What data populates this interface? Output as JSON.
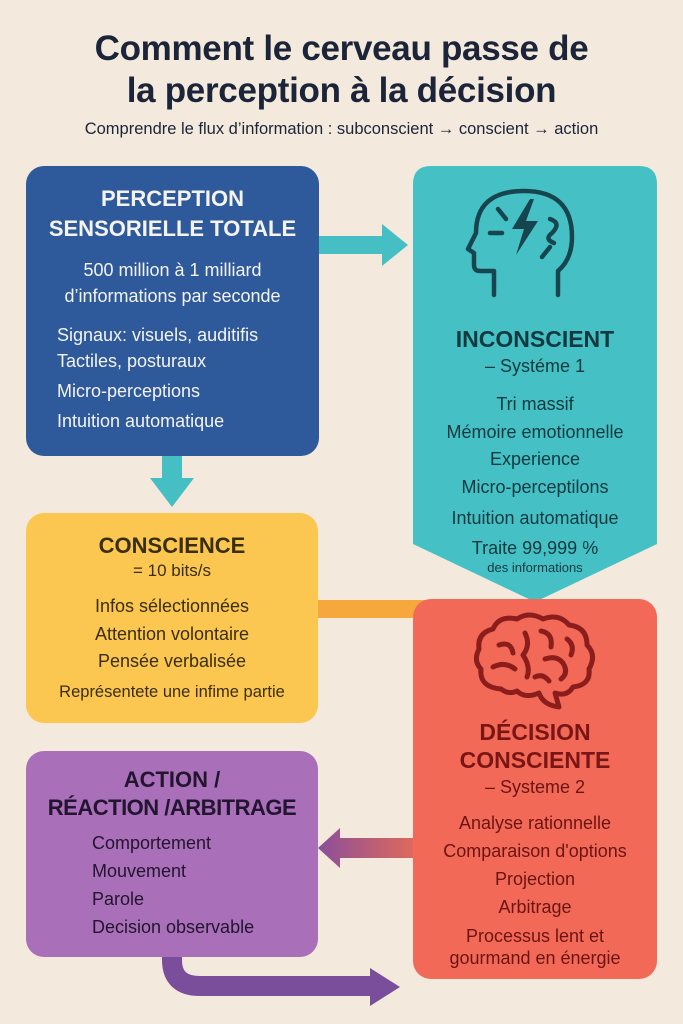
{
  "header": {
    "title_line1": "Comment le cerveau passe de",
    "title_line2": "la perception à la décision",
    "subtitle": "Comprendre le flux d’information : subconscient → conscient → action"
  },
  "colors": {
    "background": "#f3e9dd",
    "perception": "#2e5a9c",
    "inconscient": "#45c1c6",
    "conscience": "#fbc750",
    "decision": "#f26a57",
    "action": "#a96fb8",
    "arrow_purple": "#7a4e9a",
    "arrow_orange": "#f7a83c"
  },
  "perception": {
    "title_line1": "PERCEPTION",
    "title_line2": "SENSORIELLE TOTALE",
    "rate_line1": "500 million à 1 milliard",
    "rate_line2": "d’informations par seconde",
    "items": [
      "Signaux: visuels, auditifis",
      "Tactiles, posturaux",
      "Micro-perceptions",
      "Intuition automatique"
    ]
  },
  "inconscient": {
    "icon": "head-lightning-icon",
    "title": "INCONSCIENT",
    "subtitle": "– Systéme 1",
    "items": [
      "Tri massif",
      "Mémoire emotionnelle",
      "Experience",
      "Micro-perceptilons",
      "Intuition automatique"
    ],
    "stat": "Traite 99,999 %",
    "stat_note": "des informations"
  },
  "conscience": {
    "title": "CONSCIENCE",
    "rate": "= 10 bits/s",
    "items": [
      "Infos sélectionnées",
      "Attention volontaire",
      "Pensée verbalisée"
    ],
    "note": "Représentete une infime partie"
  },
  "decision": {
    "icon": "brain-icon",
    "title_line1": "DÉCISION",
    "title_line2": "CONSCIENTE",
    "subtitle": "– Systeme 2",
    "items": [
      "Analyse rationnelle",
      "Comparaison d'options",
      "Projection",
      "Arbitrage",
      "Processus lent et",
      "gourmand en énergie"
    ]
  },
  "action": {
    "title_line1": "ACTION /",
    "title_line2": "RÉACTION /ARBITRAGE",
    "items": [
      "Comportement",
      "Mouvement",
      "Parole",
      "Decision observable"
    ]
  }
}
